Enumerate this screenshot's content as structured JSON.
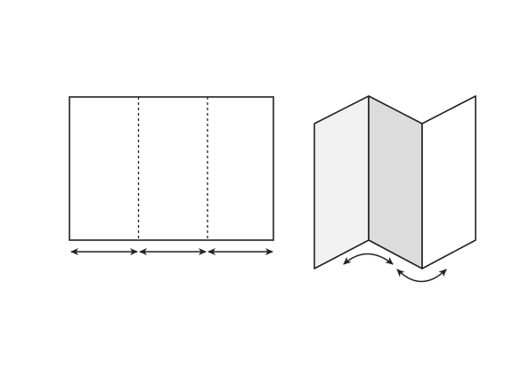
{
  "diagram": {
    "flat_sheet": {
      "panels": 3,
      "fold_lines": "dashed",
      "panel_width_arrows": 3
    },
    "folded_sheet": {
      "fold_style": "accordion / z-fold",
      "panel_colors": [
        "#f1f1f1",
        "#dcdcdc",
        "#ffffff"
      ],
      "fold_direction_arrows": 2
    },
    "colors": {
      "stroke": "#222222",
      "background": "#ffffff"
    }
  }
}
